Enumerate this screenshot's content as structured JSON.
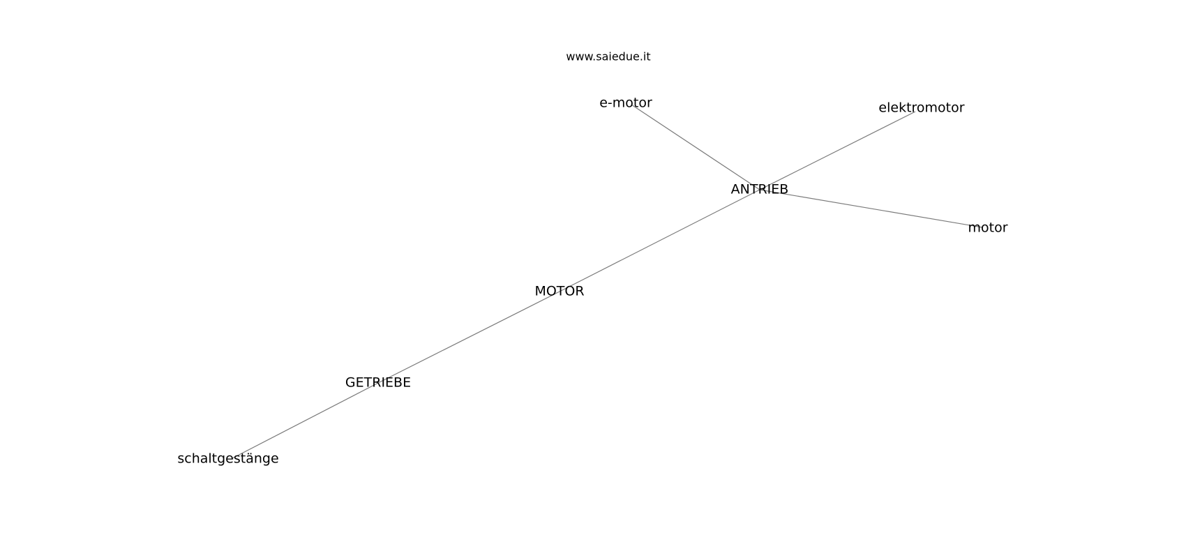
{
  "watermark": "www.saiedue.it",
  "nodes": [
    {
      "id": "antrieb",
      "label": "ANTRIEB"
    },
    {
      "id": "motor_upper",
      "label": "MOTOR"
    },
    {
      "id": "getriebe",
      "label": "GETRIEBE"
    },
    {
      "id": "schaltgestaenge",
      "label": "schaltgestänge"
    },
    {
      "id": "e_motor",
      "label": "e-motor"
    },
    {
      "id": "elektromotor",
      "label": "elektromotor"
    },
    {
      "id": "motor_lower",
      "label": "motor"
    }
  ],
  "edges": [
    {
      "source": "antrieb",
      "target": "e_motor"
    },
    {
      "source": "antrieb",
      "target": "elektromotor"
    },
    {
      "source": "antrieb",
      "target": "motor_lower"
    },
    {
      "source": "antrieb",
      "target": "motor_upper"
    },
    {
      "source": "motor_upper",
      "target": "getriebe"
    },
    {
      "source": "getriebe",
      "target": "schaltgestaenge"
    }
  ]
}
